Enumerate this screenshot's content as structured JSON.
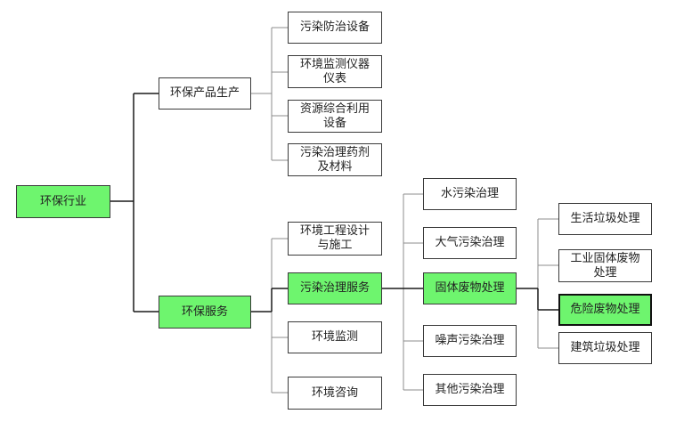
{
  "diagram": {
    "colors": {
      "highlight": "#6ef56e",
      "line_thin": "#8c8c8c",
      "line_bold": "#1a1a1a",
      "border": "#3a3a3a"
    },
    "nodes": {
      "root": "环保行业",
      "products": "环保产品生产",
      "pollution_equipment": "污染防治设备",
      "monitoring_instruments": "环境监测仪器\n仪表",
      "resource_equipment": "资源综合利用\n设备",
      "treatment_agents": "污染治理药剂\n及材料",
      "services": "环保服务",
      "env_engineering": "环境工程设计\n与施工",
      "pollution_service": "污染治理服务",
      "env_monitoring": "环境监测",
      "env_consulting": "环境咨询",
      "water": "水污染治理",
      "air": "大气污染治理",
      "solid_waste": "固体废物处理",
      "noise": "噪声污染治理",
      "other": "其他污染治理",
      "household": "生活垃圾处理",
      "industrial": "工业固体废物\n处理",
      "hazardous": "危险废物处理",
      "construction": "建筑垃圾处理"
    }
  }
}
